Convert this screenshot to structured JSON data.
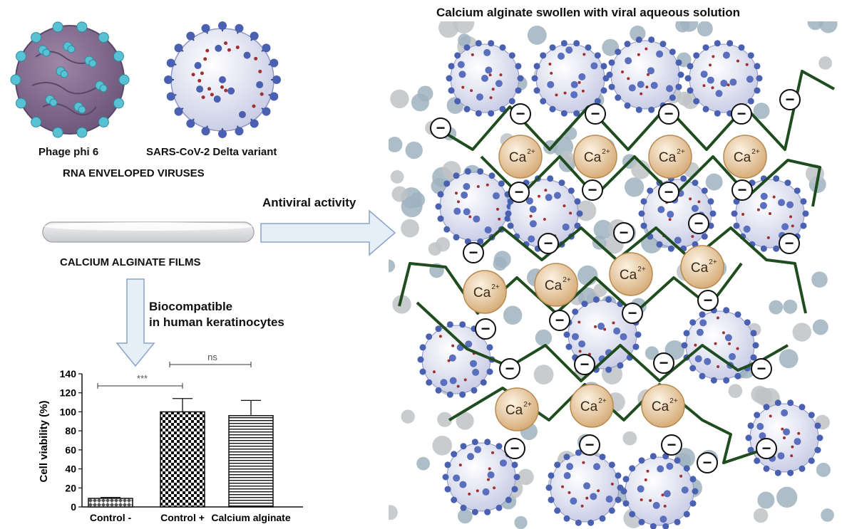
{
  "header": {
    "title": "Calcium alginate swollen with viral aqueous solution"
  },
  "viruses": {
    "phage_label": "Phage phi 6",
    "sars_label": "SARS-CoV-2 Delta variant",
    "group_label": "RNA ENVELOPED VIRUSES"
  },
  "arrows": {
    "antiviral_label": "Antiviral activity",
    "biocompat_line1": "Biocompatible",
    "biocompat_line2": "in human keratinocytes"
  },
  "film": {
    "label": "CALCIUM ALGINATE FILMS"
  },
  "structure": {
    "cation_label": "Ca",
    "cation_charge": "2+",
    "anion_symbol": "−"
  },
  "colors": {
    "chain": "#1f4d1f",
    "cation_fill": "#e8c79a",
    "virus_spike": "#4a60b0",
    "particle": "#8fa7b5"
  },
  "chart_data": {
    "type": "bar",
    "categories": [
      "Control -",
      "Control +",
      "Calcium alginate"
    ],
    "values": [
      9,
      100,
      96
    ],
    "errors": [
      1,
      14,
      16
    ],
    "patterns": [
      "diamond-check",
      "checkerboard",
      "horizontal-lines"
    ],
    "title": "",
    "xlabel": "",
    "ylabel": "Cell viability (%)",
    "ylim": [
      0,
      140
    ],
    "yticks": [
      0,
      20,
      40,
      60,
      80,
      100,
      120,
      140
    ],
    "significance": [
      {
        "from": "Control -",
        "to": "Control +",
        "label": "***"
      },
      {
        "from": "Control +",
        "to": "Calcium alginate",
        "label": "ns"
      }
    ]
  }
}
